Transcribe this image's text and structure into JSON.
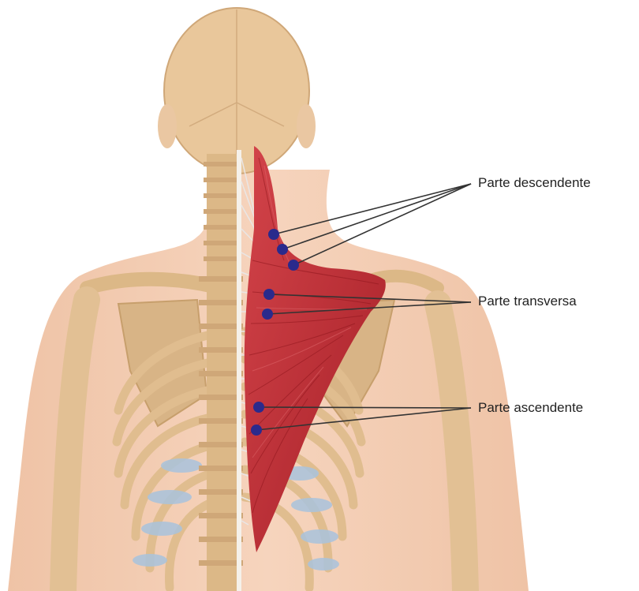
{
  "labels": {
    "descendente": "Parte descendente",
    "transversa": "Parte transversa",
    "ascendente": "Parte ascendente"
  },
  "colors": {
    "skin": "#f2c8ad",
    "bone": "#e8c99c",
    "bone_shadow": "#d4a978",
    "muscle": "#b8262d",
    "muscle_light": "#d94a4f",
    "cartilage": "#a9c3dd",
    "marker": "#2a2a8c",
    "leader_line": "#333333"
  },
  "icons": {
    "marker": "attachment-point-dot"
  }
}
